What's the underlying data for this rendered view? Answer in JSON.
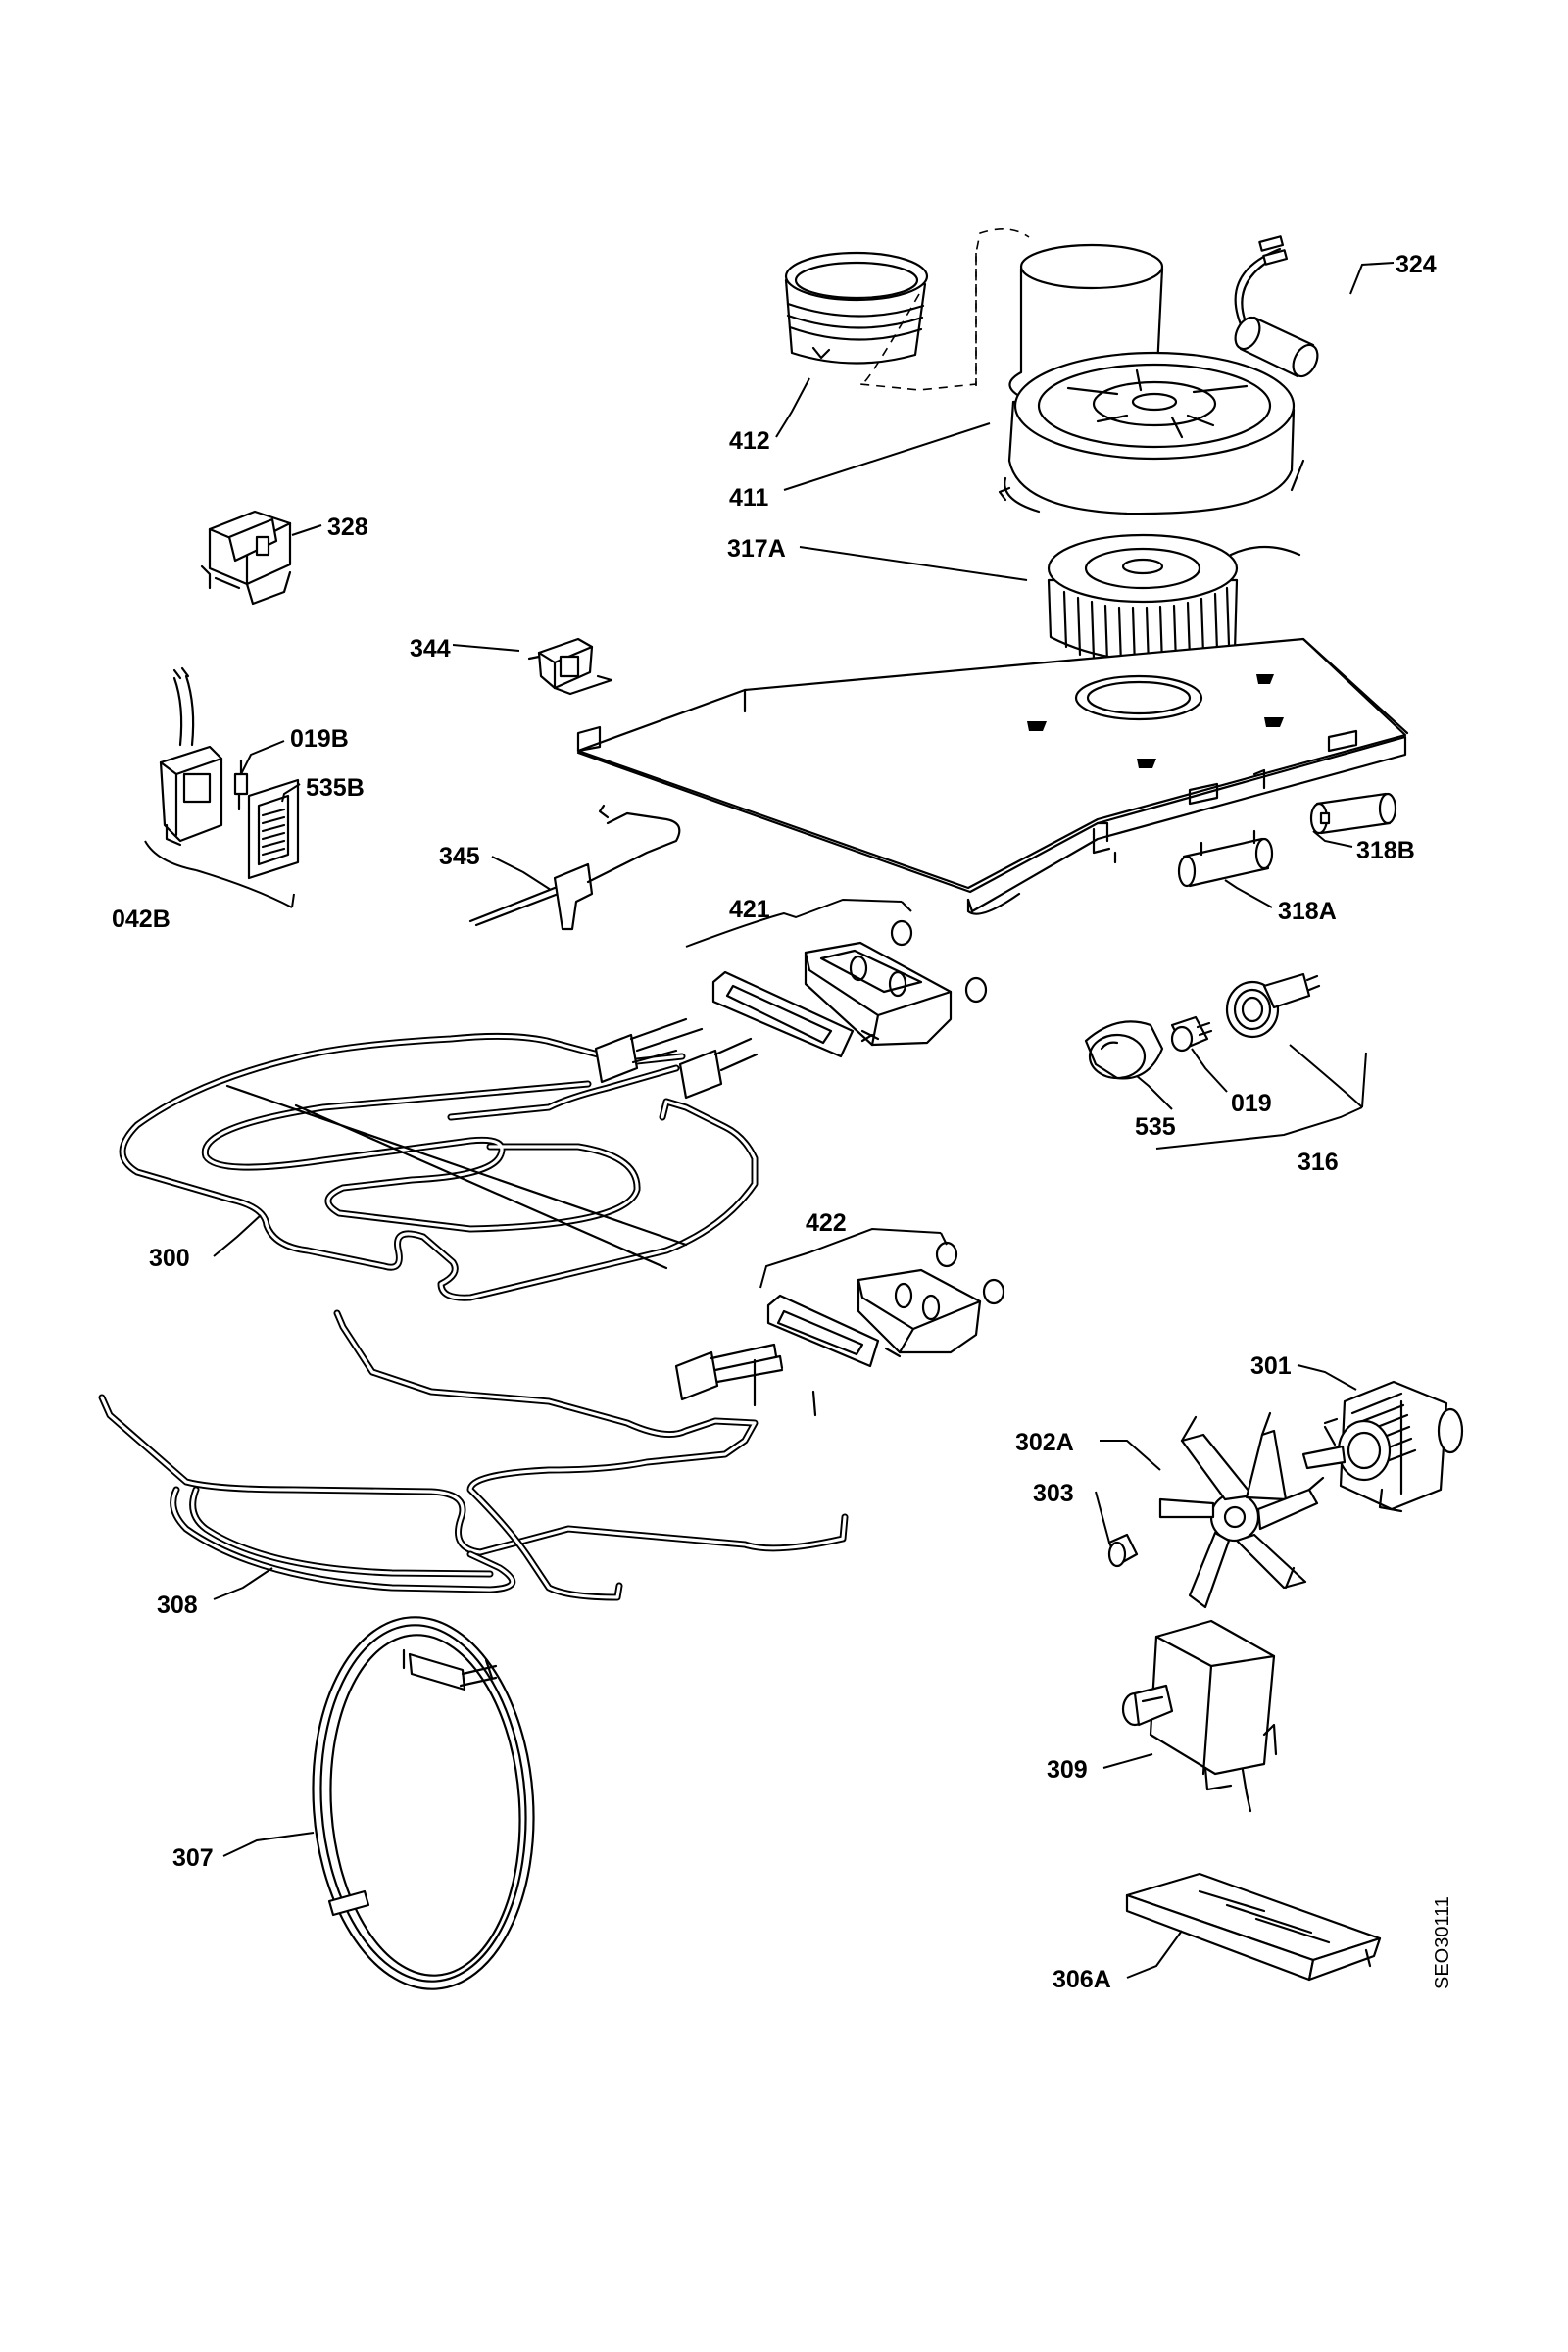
{
  "diagram": {
    "reference_code": "SEO30111",
    "parts": {
      "p324": "324",
      "p412": "412",
      "p411": "411",
      "p317A": "317A",
      "p328": "328",
      "p344": "344",
      "p019B": "019B",
      "p535B": "535B",
      "p042B": "042B",
      "p345": "345",
      "p421": "421",
      "p318B": "318B",
      "p318A": "318A",
      "p019": "019",
      "p535": "535",
      "p316": "316",
      "p300": "300",
      "p422": "422",
      "p301": "301",
      "p302A": "302A",
      "p303": "303",
      "p308": "308",
      "p309": "309",
      "p307": "307",
      "p306A": "306A"
    }
  }
}
